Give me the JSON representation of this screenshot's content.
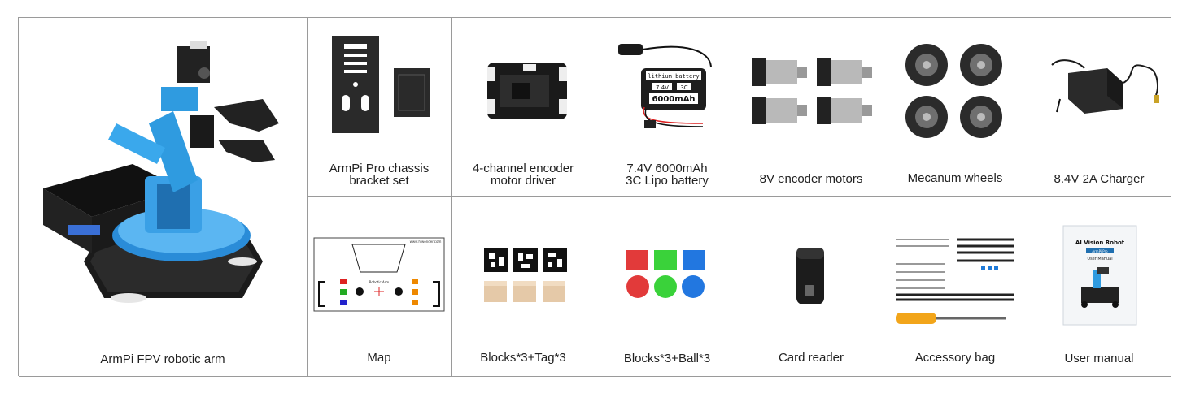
{
  "items": [
    {
      "id": "arm",
      "lines": [
        "ArmPi FPV robotic arm"
      ]
    },
    {
      "id": "chassis",
      "lines": [
        "ArmPi Pro chassis",
        "bracket set"
      ]
    },
    {
      "id": "driver",
      "lines": [
        "4-channel encoder",
        "motor driver"
      ]
    },
    {
      "id": "battery",
      "lines": [
        "7.4V 6000mAh",
        "3C Lipo battery"
      ]
    },
    {
      "id": "motors",
      "lines": [
        "8V encoder motors"
      ]
    },
    {
      "id": "wheels",
      "lines": [
        "Mecanum wheels"
      ]
    },
    {
      "id": "charger",
      "lines": [
        "8.4V 2A Charger"
      ]
    },
    {
      "id": "map",
      "lines": [
        "Map"
      ]
    },
    {
      "id": "blocks_tag",
      "lines": [
        "Blocks*3+Tag*3"
      ]
    },
    {
      "id": "blocks_ball",
      "lines": [
        "Blocks*3+Ball*3"
      ]
    },
    {
      "id": "card_reader",
      "lines": [
        "Card reader"
      ]
    },
    {
      "id": "accessory",
      "lines": [
        "Accessory bag"
      ]
    },
    {
      "id": "manual",
      "lines": [
        "User manual"
      ]
    }
  ],
  "battery_print": {
    "brand": "lithium battery",
    "voltage": "7.4V",
    "rate": "3C",
    "capacity": "6000mAh"
  },
  "map_print": {
    "url": "www.hiwonder.com",
    "center_label": "Robotic Arm"
  },
  "manual_print": {
    "title": "AI Vision Robot",
    "subtitle": "ArmPi Pro",
    "doc": "User Manual"
  }
}
